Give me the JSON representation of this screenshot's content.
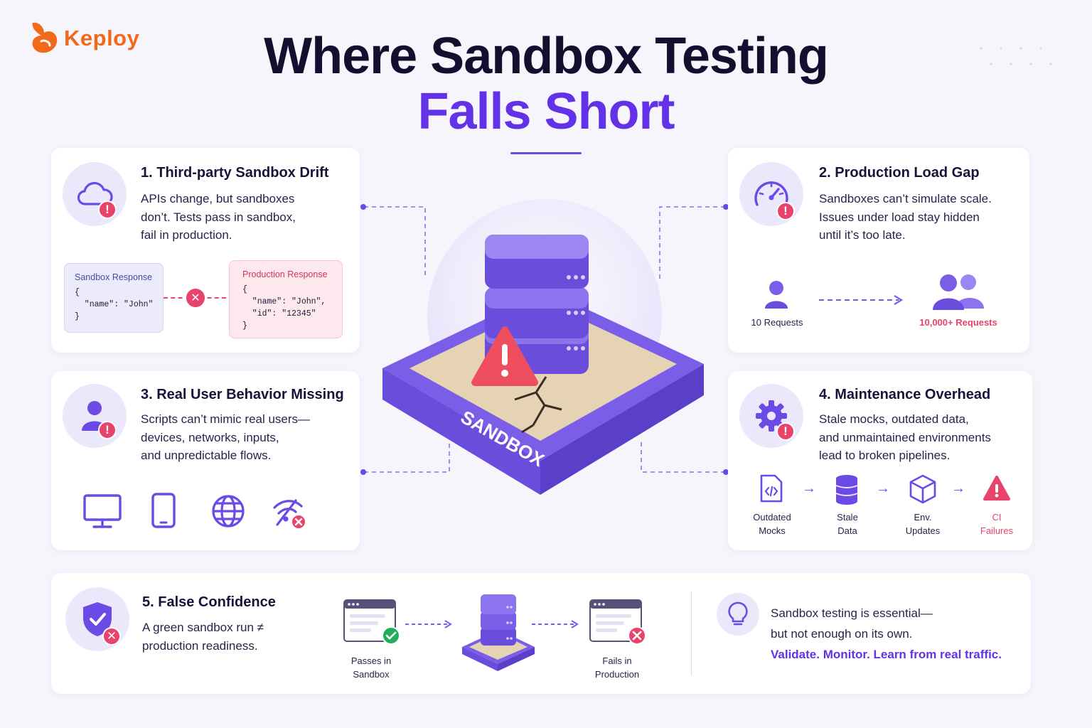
{
  "brand": {
    "name": "Keploy",
    "accent": "#f2691c"
  },
  "title": {
    "line1": "Where Sandbox Testing",
    "line2": "Falls Short",
    "line2_color": "#6332e8"
  },
  "center": {
    "label": "SANDBOX"
  },
  "cards": {
    "drift": {
      "title": "1. Third-party Sandbox Drift",
      "body": [
        "APIs change, but sandboxes",
        "don’t. Tests pass in sandbox,",
        "fail in production."
      ],
      "sandbox_label": "Sandbox Response",
      "sandbox_code": "{\n  \"name\": \"John\"\n}",
      "prod_label": "Production Response",
      "prod_code": "{\n  \"name\": \"John\",\n  \"id\": \"12345\"\n}"
    },
    "load": {
      "title": "2. Production Load Gap",
      "body": [
        "Sandboxes can’t simulate scale.",
        "Issues under load stay hidden",
        "until it’s too late."
      ],
      "left_label": "10 Requests",
      "right_label": "10,000+ Requests"
    },
    "behavior": {
      "title": "3. Real User Behavior Missing",
      "body": [
        "Scripts can’t mimic real users—",
        "devices, networks, inputs,",
        "and unpredictable flows."
      ],
      "icons": [
        "monitor-icon",
        "tablet-icon",
        "globe-icon",
        "wifi-off-icon"
      ]
    },
    "maintenance": {
      "title": "4. Maintenance Overhead",
      "body": [
        "Stale mocks, outdated data,",
        "and unmaintained environments",
        "lead to broken pipelines."
      ],
      "steps": [
        {
          "line1": "Outdated",
          "line2": "Mocks"
        },
        {
          "line1": "Stale",
          "line2": "Data"
        },
        {
          "line1": "Env.",
          "line2": "Updates"
        },
        {
          "line1": "CI",
          "line2": "Failures"
        }
      ]
    },
    "confidence": {
      "title": "5. False Confidence",
      "body": [
        "A green sandbox run ≠",
        "production readiness."
      ],
      "pass_label": {
        "line1": "Passes in",
        "line2": "Sandbox"
      },
      "fail_label": {
        "line1": "Fails in",
        "line2": "Production"
      }
    }
  },
  "takeaway": {
    "line1": "Sandbox testing is essential—",
    "line2": "but not enough on its own.",
    "cta": "Validate. Monitor. Learn from real traffic."
  },
  "colors": {
    "purple": "#6b4ae6",
    "pink": "#e8436a",
    "green": "#1fae5b",
    "sand": "#e6d3b3"
  }
}
